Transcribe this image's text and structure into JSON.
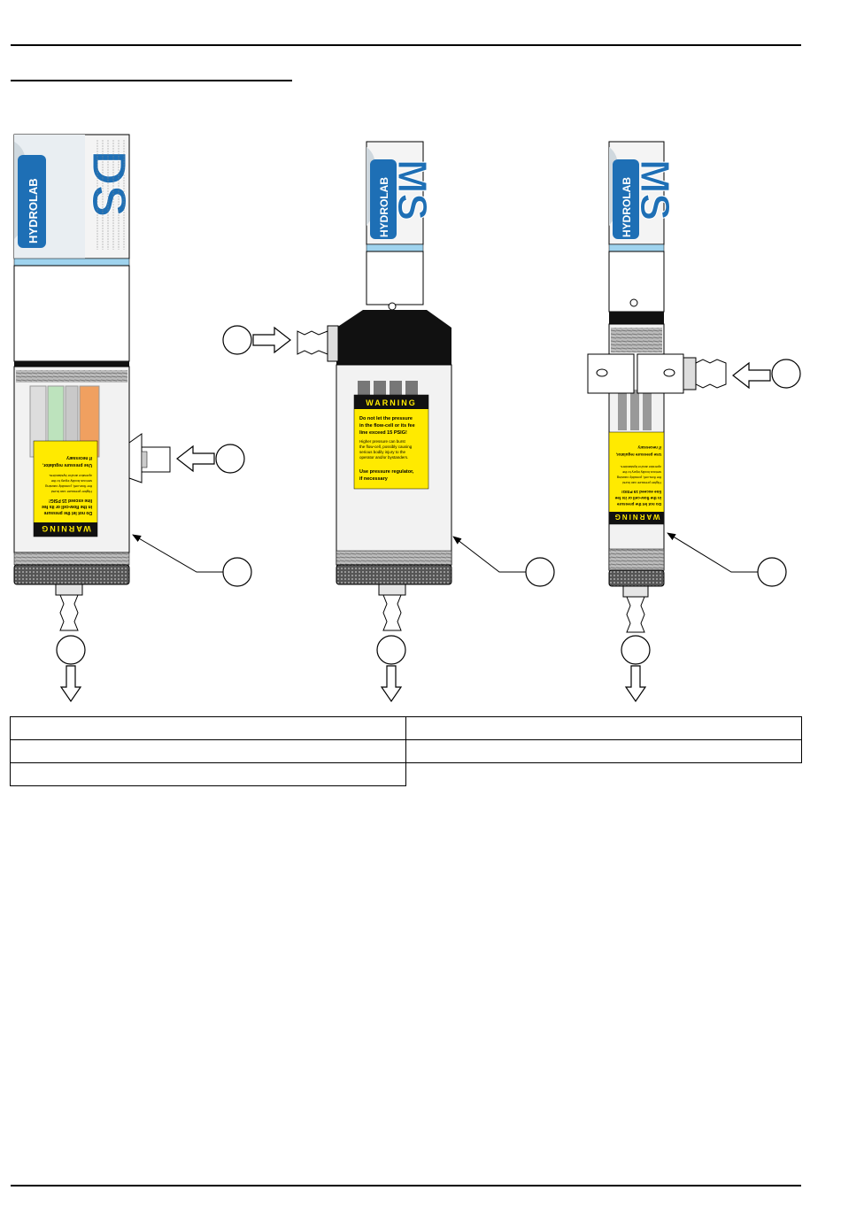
{
  "colors": {
    "warning_yellow": "#ffea00",
    "hydrolab_blue": "#1e6fb5",
    "label_blue": "#9fd3ee",
    "housing_gray": "#f2f2f2",
    "cap_black": "#111111"
  },
  "units": [
    {
      "id": "ds",
      "brand": "HYDROLAB",
      "model": "DS",
      "rotation": "label-rotated",
      "warning": {
        "title": "WARNING",
        "line1": "Do not let the pressure",
        "line2": "in the flow-cell or its fee",
        "line3": "line exceed 15 PSIG!",
        "small1": "Higher pressure can burst",
        "small2": "the flow-cell, possibly causing",
        "small3": "serious bodily injury to the",
        "small4": "operator and/or bystanders.",
        "bold1": "Use pressure regulator,",
        "bold2": "if necessary"
      }
    },
    {
      "id": "ms-a",
      "brand": "HYDROLAB",
      "model": "MS",
      "warning": {
        "title": "WARNING",
        "line1": "Do not let the pressure",
        "line2": "in the flow-cell or its fee",
        "line3": "line exceed 15 PSIG!",
        "small1": "Higher pressure can burst",
        "small2": "the flow-cell, possibly causing",
        "small3": "serious bodily injury to the",
        "small4": "operator and/or bystanders.",
        "bold1": "Use pressure regulator,",
        "bold2": "if necessary"
      }
    },
    {
      "id": "ms-b",
      "brand": "HYDROLAB",
      "model": "MS",
      "warning": {
        "title": "WARNING",
        "line1": "Do not let the pressure",
        "line2": "in the flow-cell or its fee",
        "line3": "line exceed 15 PSIG!",
        "small1": "Higher pressure can burst",
        "small2": "the flow-cell, possibly causing",
        "small3": "serious bodily injury to the",
        "small4": "operator and/or bystanders.",
        "bold1": "Use pressure regulator,",
        "bold2": "if necessary"
      }
    }
  ],
  "legend": {
    "rows": [
      [
        "",
        ""
      ],
      [
        "",
        ""
      ],
      [
        ""
      ]
    ]
  }
}
